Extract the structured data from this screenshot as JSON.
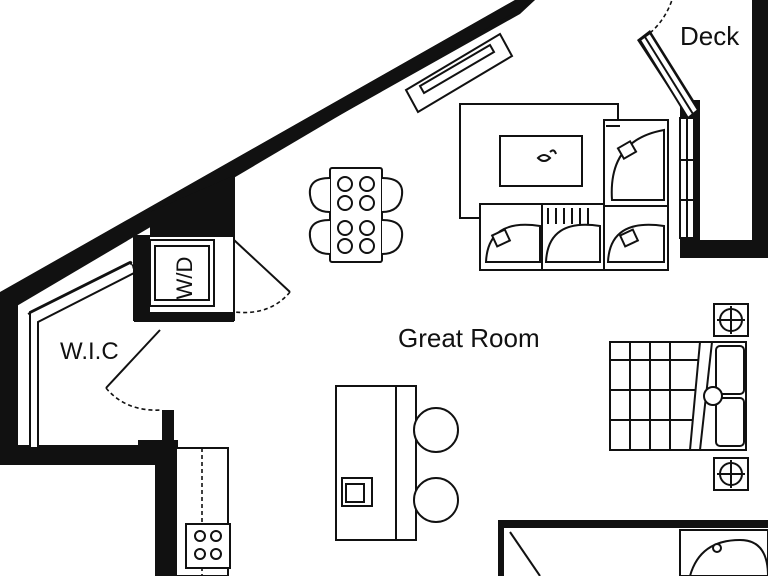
{
  "labels": {
    "deck": "Deck",
    "great_room": "Great Room",
    "wic": "W.I.C",
    "washer_dryer": "W/D"
  },
  "icons": {
    "bed": "bed-icon",
    "sofa": "sofa-icon",
    "dining_table": "dining-table-icon",
    "kitchen_island": "kitchen-island-icon",
    "cooktop": "cooktop-icon",
    "sink": "sink-icon",
    "tv_console": "tv-console-icon",
    "lamp": "lamp-icon",
    "washer_dryer": "washer-dryer-icon",
    "tub": "bathtub-icon"
  },
  "colors": {
    "wall": "#111111",
    "background": "#ffffff"
  }
}
